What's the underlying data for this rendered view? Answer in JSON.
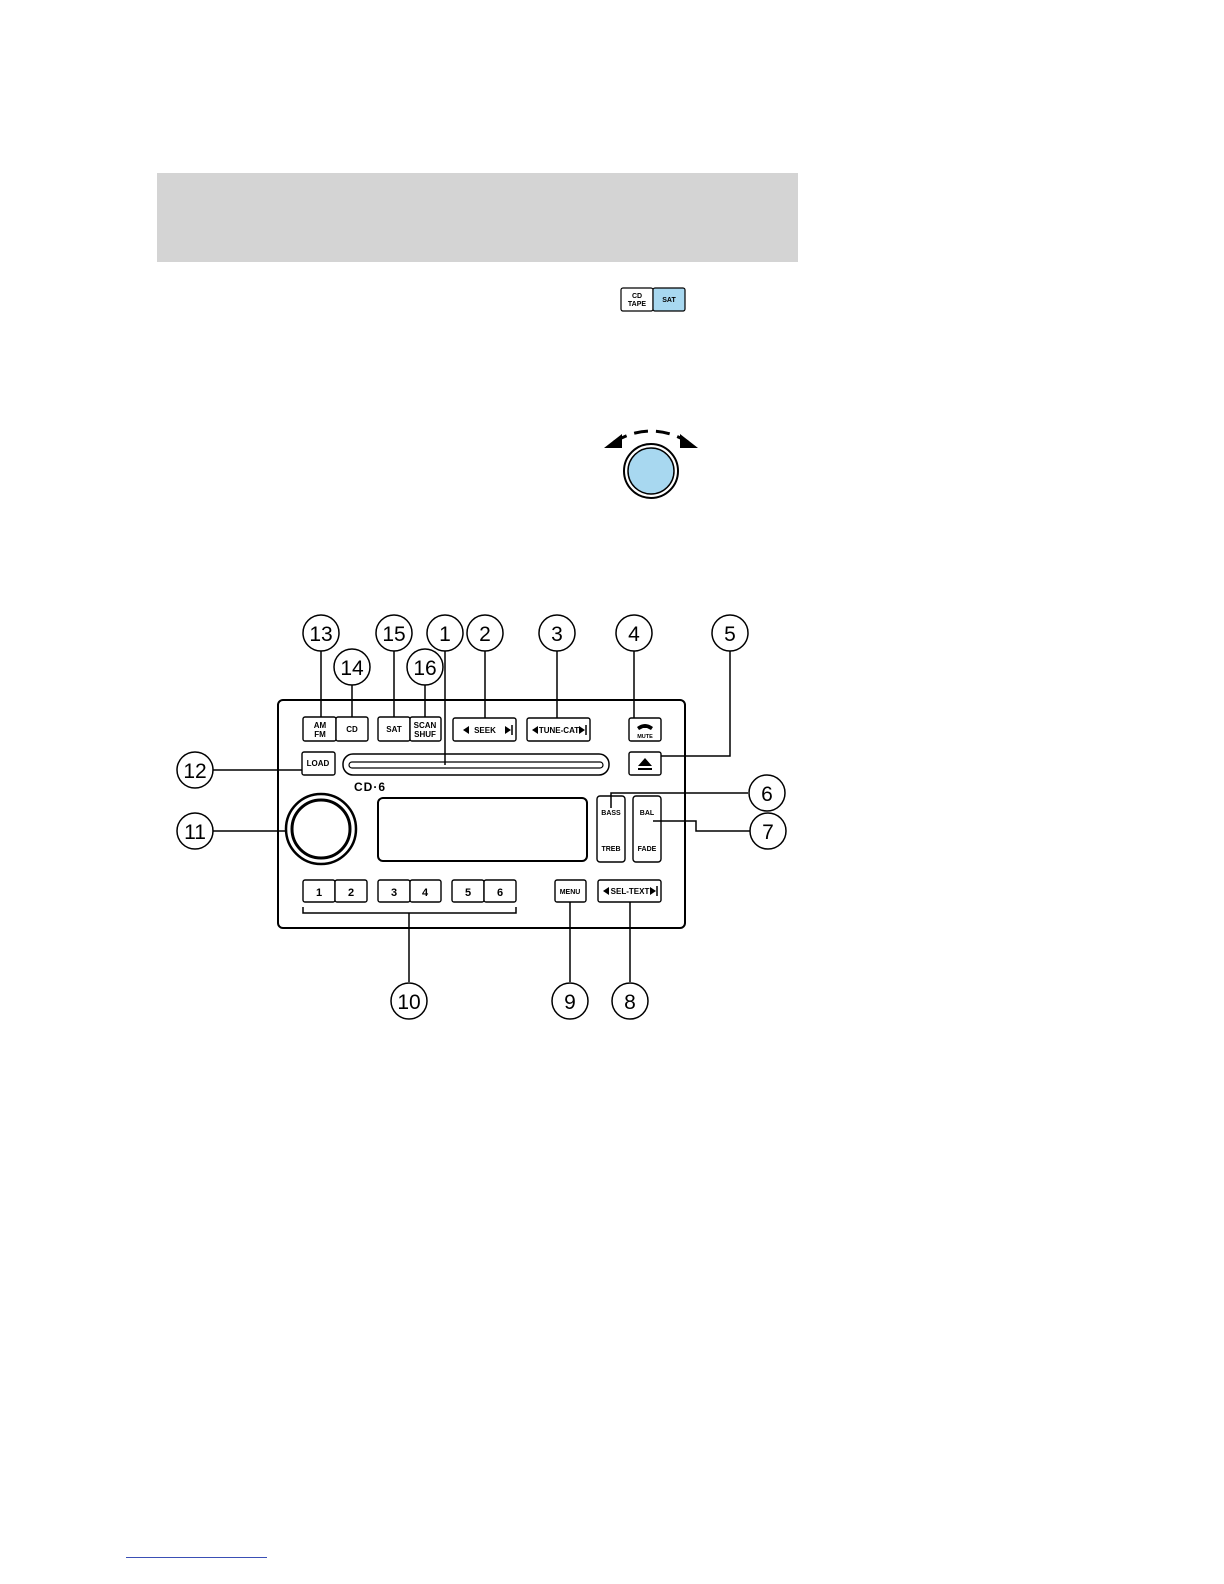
{
  "colors": {
    "header_bar": "#d4d4d4",
    "accent_blue": "#a8d8f0",
    "ink": "#000000"
  },
  "icons": {
    "source_button": {
      "left_label_1": "CD",
      "left_label_2": "TAPE",
      "right_label": "SAT"
    },
    "knob_icon": "rotate-knob-icon"
  },
  "radio": {
    "buttons": {
      "am_fm_1": "AM",
      "am_fm_2": "FM",
      "cd": "CD",
      "sat": "SAT",
      "scan_1": "SCAN",
      "scan_2": "SHUF",
      "seek": "SEEK",
      "tune_cat": "TUNE-CAT",
      "mute": "MUTE",
      "load": "LOAD",
      "bass": "BASS",
      "treb": "TREB",
      "bal": "BAL",
      "fade": "FADE",
      "menu": "MENU",
      "sel_text": "SEL-TEXT",
      "preset_1": "1",
      "preset_2": "2",
      "preset_3": "3",
      "preset_4": "4",
      "preset_5": "5",
      "preset_6": "6"
    },
    "logo": "CD·6",
    "callouts": {
      "c1": "1",
      "c2": "2",
      "c3": "3",
      "c4": "4",
      "c5": "5",
      "c6": "6",
      "c7": "7",
      "c8": "8",
      "c9": "9",
      "c10": "10",
      "c11": "11",
      "c12": "12",
      "c13": "13",
      "c14": "14",
      "c15": "15",
      "c16": "16"
    }
  }
}
